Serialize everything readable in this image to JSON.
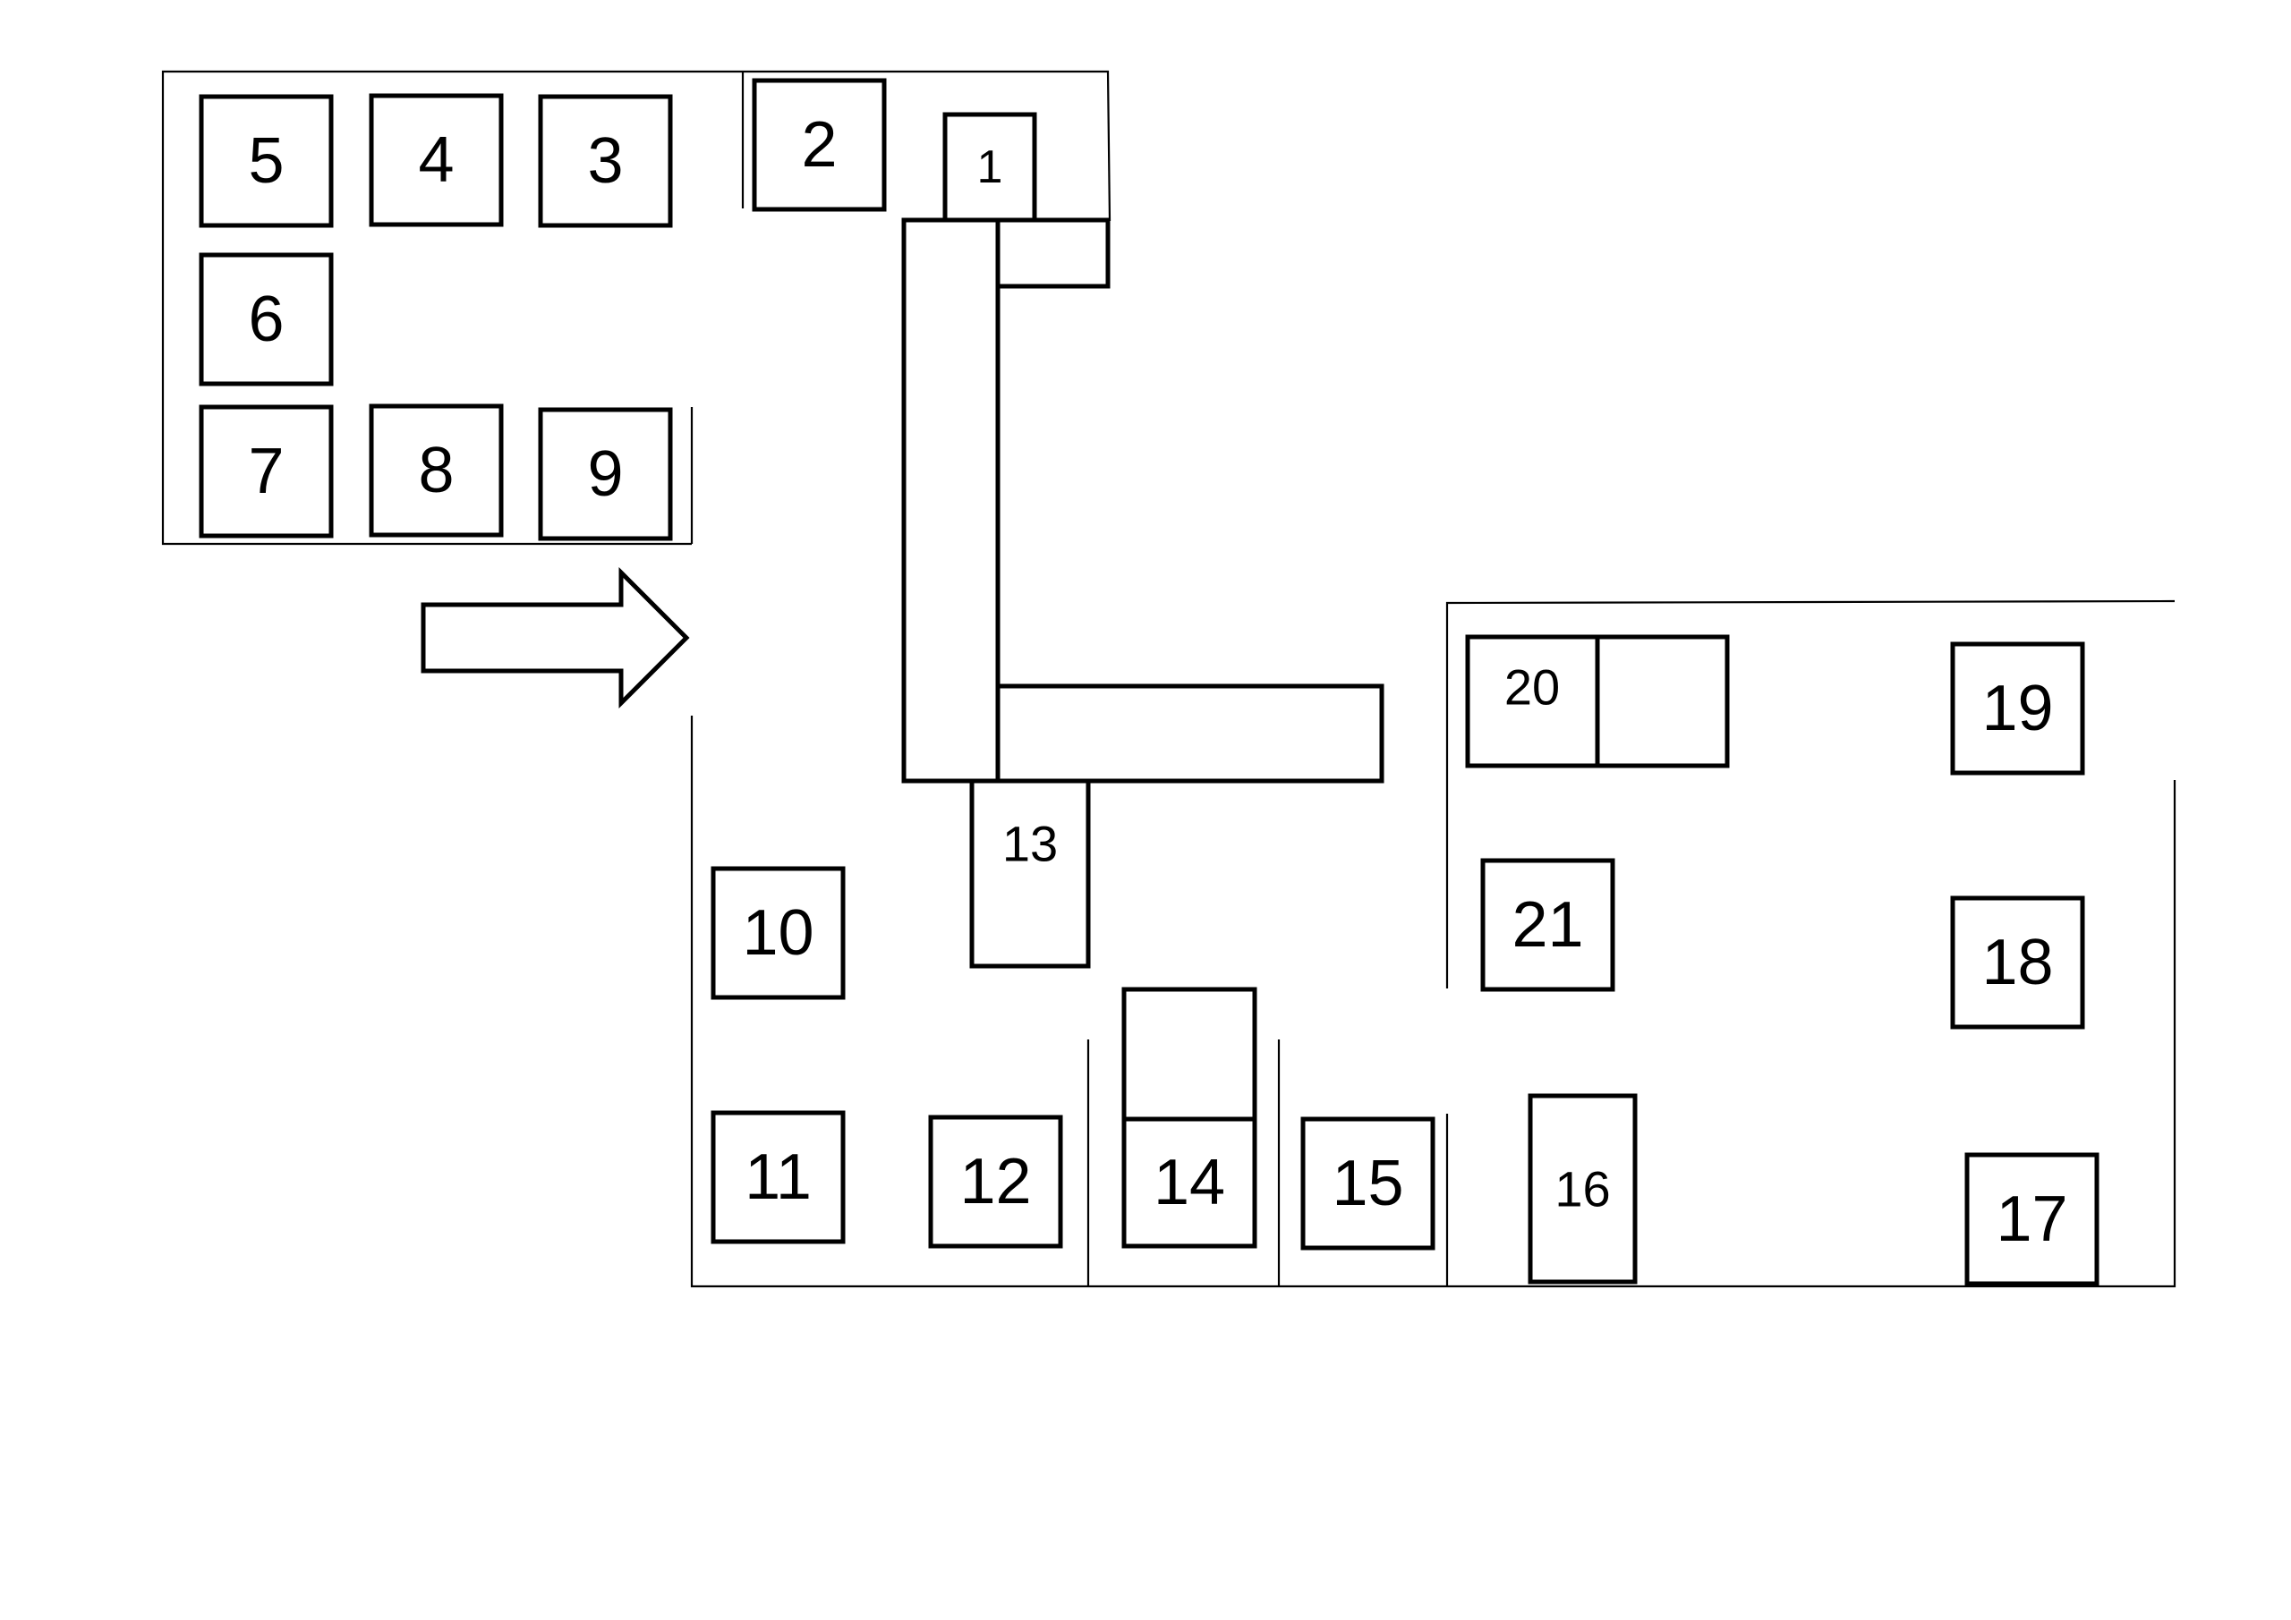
{
  "colors": {
    "stroke": "#000000",
    "background": "#ffffff"
  },
  "icons": {
    "arrow": "arrow-right-icon"
  },
  "stations": [
    {
      "id": "1",
      "label": "1"
    },
    {
      "id": "2",
      "label": "2"
    },
    {
      "id": "3",
      "label": "3"
    },
    {
      "id": "4",
      "label": "4"
    },
    {
      "id": "5",
      "label": "5"
    },
    {
      "id": "6",
      "label": "6"
    },
    {
      "id": "7",
      "label": "7"
    },
    {
      "id": "8",
      "label": "8"
    },
    {
      "id": "9",
      "label": "9"
    },
    {
      "id": "10",
      "label": "10"
    },
    {
      "id": "11",
      "label": "11"
    },
    {
      "id": "12",
      "label": "12"
    },
    {
      "id": "13",
      "label": "13"
    },
    {
      "id": "14",
      "label": "14"
    },
    {
      "id": "15",
      "label": "15"
    },
    {
      "id": "16",
      "label": "16"
    },
    {
      "id": "17",
      "label": "17"
    },
    {
      "id": "18",
      "label": "18"
    },
    {
      "id": "19",
      "label": "19"
    },
    {
      "id": "20",
      "label": "20"
    },
    {
      "id": "21",
      "label": "21"
    }
  ]
}
